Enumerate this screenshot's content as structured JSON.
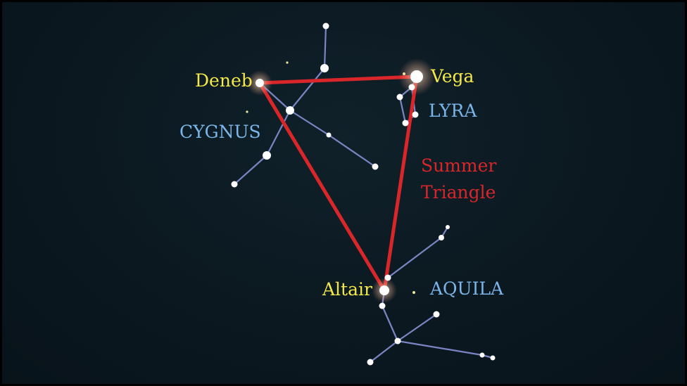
{
  "labels": {
    "deneb": "Deneb",
    "vega": "Vega",
    "altair": "Altair",
    "cygnus": "CYGNUS",
    "lyra": "LYRA",
    "aquila": "AQUILA",
    "triangle_line1": "Summer",
    "triangle_line2": "Triangle"
  },
  "colors": {
    "background": "#0b1820",
    "bright_star_label": "#f5e94a",
    "constellation_label": "#7ab6ea",
    "triangle": "#d8262a",
    "constellation_lines": "#7b85c4",
    "star": "#ffffff"
  }
}
